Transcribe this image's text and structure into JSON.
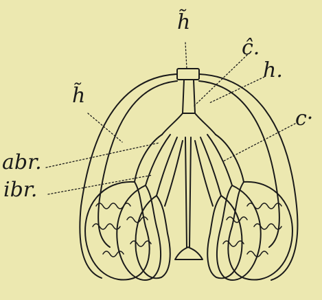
{
  "labels": {
    "h_top": "h̃",
    "c_top": "ĉ.",
    "h_right": "h.",
    "c_right": "c·",
    "h_left": "h̃",
    "abr": "abr.",
    "ibr": "ibr."
  },
  "colors": {
    "background": "#ece8b0",
    "ink": "#1a1a1a"
  }
}
